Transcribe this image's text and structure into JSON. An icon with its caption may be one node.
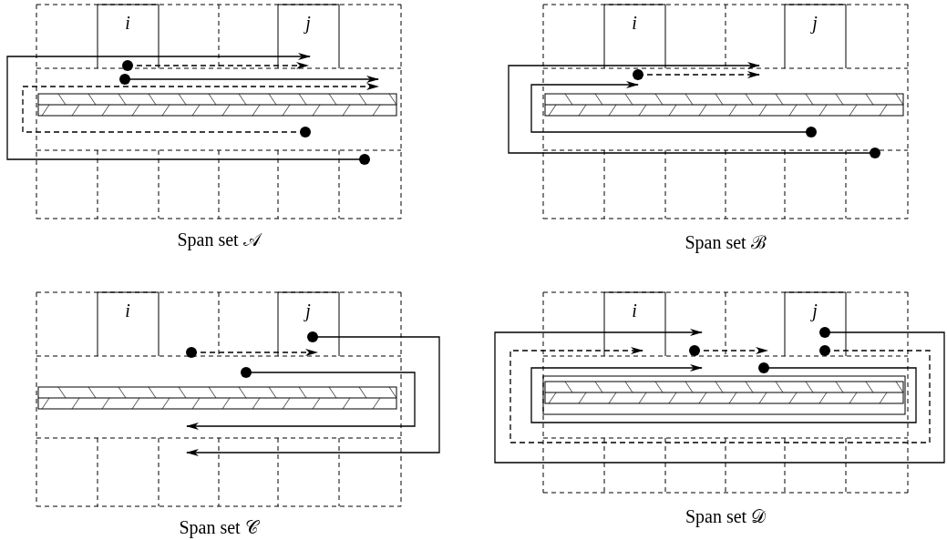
{
  "diagram": {
    "labels": [
      "i",
      "j",
      "Span set 𝒜",
      "i",
      "j",
      "Span set ℬ",
      "i",
      "j",
      "Span set 𝒞",
      "i",
      "j",
      "Span set 𝒟"
    ]
  }
}
